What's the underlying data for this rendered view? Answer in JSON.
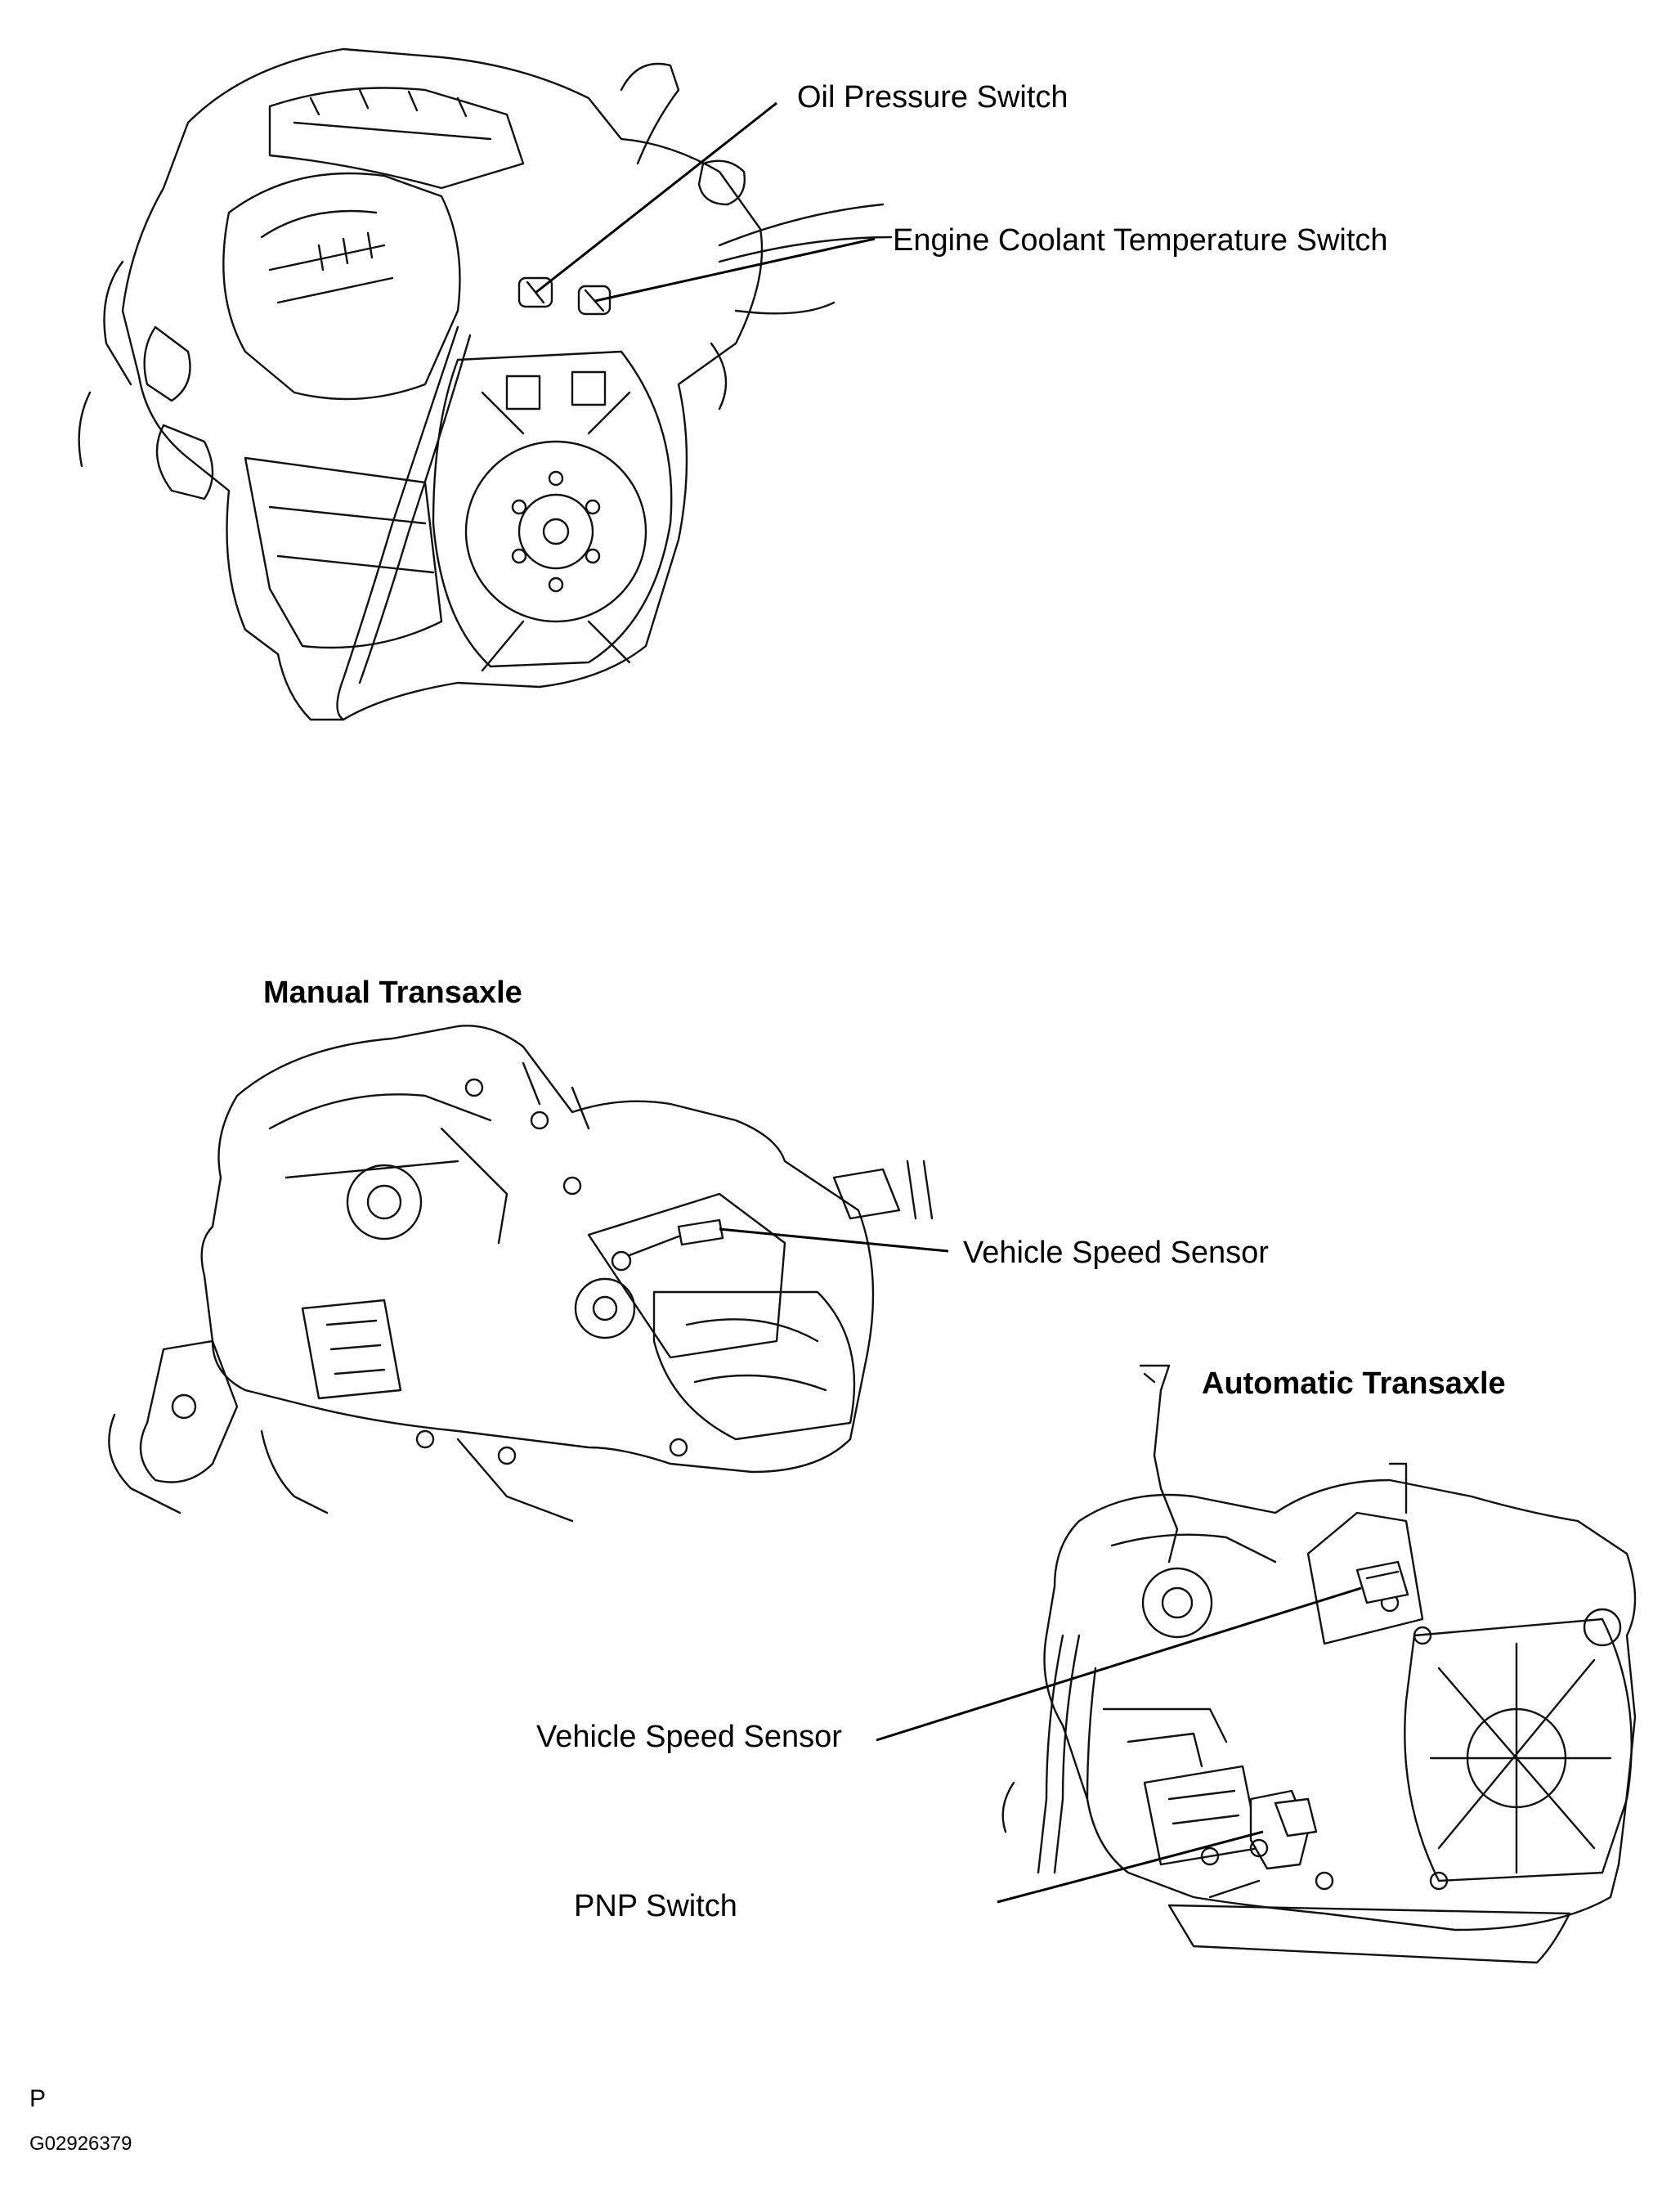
{
  "labels": {
    "oil_pressure_switch": "Oil Pressure Switch",
    "engine_coolant_temperature_switch": "Engine Coolant Temperature Switch",
    "manual_transaxle": "Manual Transaxle",
    "mt_vehicle_speed_sensor": "Vehicle Speed Sensor",
    "automatic_transaxle": "Automatic Transaxle",
    "at_vehicle_speed_sensor": "Vehicle Speed Sensor",
    "pnp_switch": "PNP Switch"
  },
  "footer": {
    "p_mark": "P",
    "figure_code": "G02926379"
  }
}
